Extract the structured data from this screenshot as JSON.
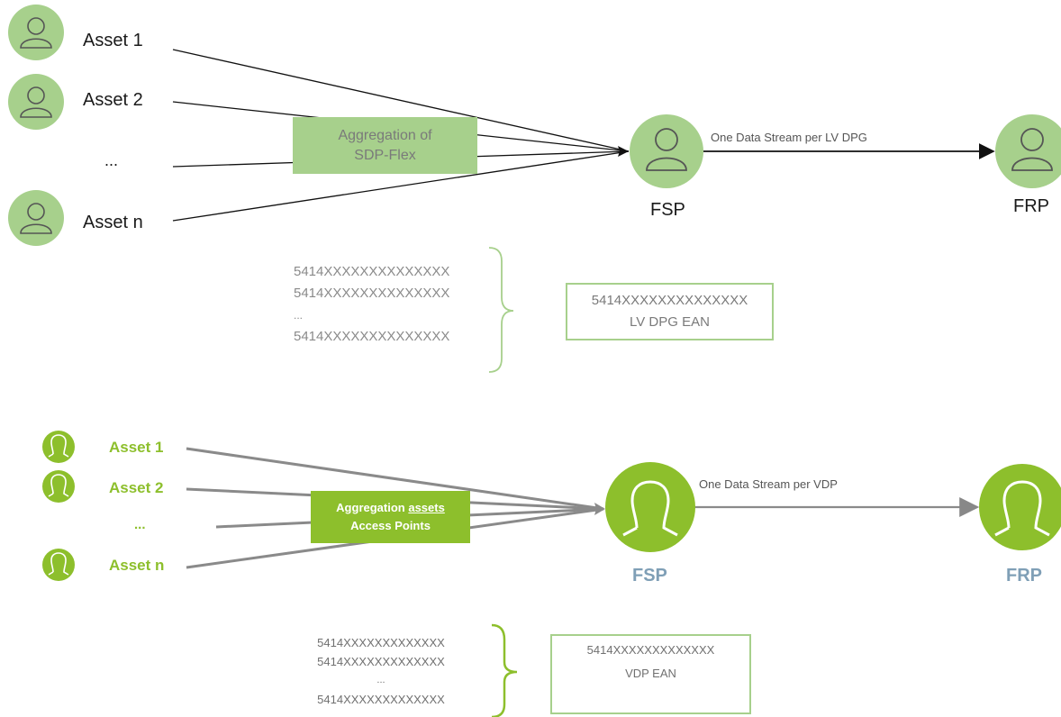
{
  "colors": {
    "top_green": "#a7d08c",
    "top_icon_stroke": "#555555",
    "bottom_green": "#8dbf2c",
    "bottom_label_blue": "#7f9fb6"
  },
  "top": {
    "assets": [
      "Asset 1",
      "Asset 2",
      "...",
      "Asset n"
    ],
    "aggregation_lines": [
      "Aggregation of",
      "SDP-Flex"
    ],
    "fsp_label": "FSP",
    "frp_label": "FRP",
    "stream_label": "One Data Stream per LV DPG",
    "ean_list": [
      "5414XXXXXXXXXXXXXX",
      "5414XXXXXXXXXXXXXX",
      "...",
      "5414XXXXXXXXXXXXXX"
    ],
    "result_box": [
      "5414XXXXXXXXXXXXXX",
      "LV DPG EAN"
    ],
    "icons": [
      "user-icon"
    ]
  },
  "bottom": {
    "assets": [
      "Asset 1",
      "Asset 2",
      "...",
      "Asset n"
    ],
    "aggregation_line1_prefix": "Aggregation ",
    "aggregation_line1_underlined": "assets",
    "aggregation_line2": "Access Points",
    "fsp_label": "FSP",
    "frp_label": "FRP",
    "stream_label": "One Data Stream per VDP",
    "ean_list": [
      "5414XXXXXXXXXXXXX",
      "5414XXXXXXXXXXXXX",
      "...",
      "5414XXXXXXXXXXXXX"
    ],
    "result_box": [
      "5414XXXXXXXXXXXXX",
      "VDP EAN"
    ],
    "icons": [
      "user-icon"
    ]
  }
}
